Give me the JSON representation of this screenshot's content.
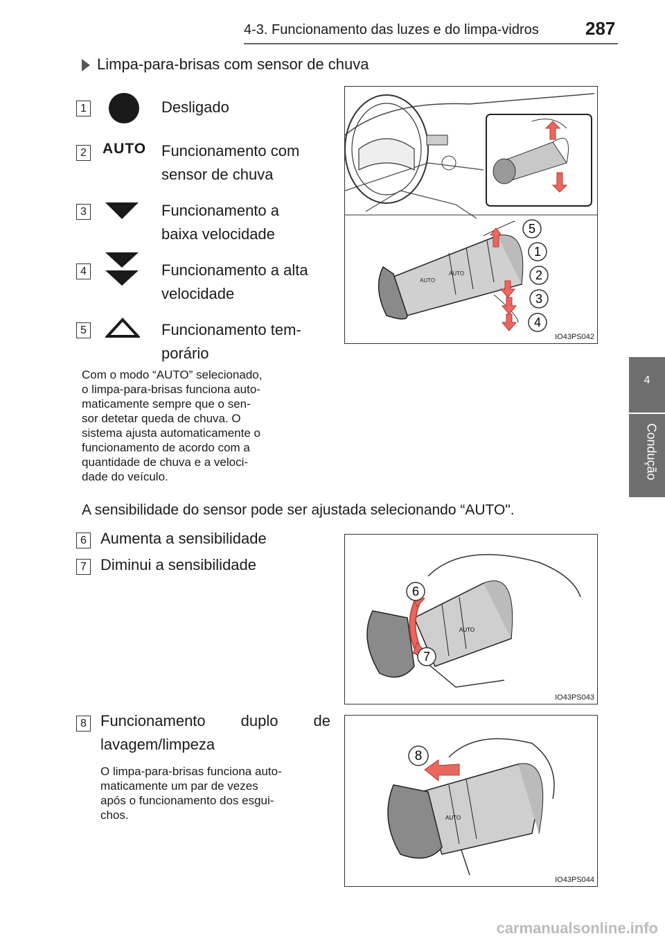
{
  "header": {
    "title": "4-3. Funcionamento das luzes e do limpa-vidros",
    "page_number": "287"
  },
  "side_tab": {
    "chapter_number": "4",
    "chapter_label": "Condução"
  },
  "section": {
    "heading": "Limpa-para-brisas com sensor de chuva"
  },
  "modes": [
    {
      "num": "1",
      "symbol": "circle-icon",
      "label": "Desligado"
    },
    {
      "num": "2",
      "symbol": "AUTO",
      "label_line1": "Funcionamento com",
      "label_line2": "sensor de chuva"
    },
    {
      "num": "3",
      "symbol": "single-down-triangle-icon",
      "label_line1": "Funcionamento a",
      "label_line2": "baixa velocidade"
    },
    {
      "num": "4",
      "symbol": "double-down-triangle-icon",
      "label_line1": "Funcionamento a alta",
      "label_line2": "velocidade"
    },
    {
      "num": "5",
      "symbol": "up-triangle-outline-icon",
      "label_line1": "Funcionamento tem-",
      "label_line2": "porário"
    }
  ],
  "auto_note": [
    "Com o modo “AUTO” selecionado,",
    "o limpa-para-brisas funciona auto-",
    "maticamente sempre que o sen-",
    "sor detetar queda de chuva. O",
    "sistema ajusta automaticamente o",
    "funcionamento de acordo com a",
    "quantidade de chuva e a veloci-",
    "dade do veículo."
  ],
  "sensitivity": {
    "intro": "A sensibilidade do sensor pode ser ajustada selecionando “AUTO\".",
    "items": [
      {
        "num": "6",
        "label": "Aumenta a sensibilidade"
      },
      {
        "num": "7",
        "label": "Diminui a sensibilidade"
      }
    ]
  },
  "wash": {
    "num": "8",
    "label_line1": "Funcionamento duplo de",
    "label_line2": "lavagem/limpeza",
    "note": [
      "O limpa-para-brisas funciona auto-",
      "maticamente um par de vezes",
      "após o funcionamento dos esgui-",
      "chos."
    ]
  },
  "figures": {
    "fig1_code": "IO43PS042",
    "fig2_code": "IO43PS043",
    "fig3_code": "IO43PS044",
    "fig1_callouts": [
      "5",
      "1",
      "2",
      "3",
      "4"
    ],
    "fig2_callouts": [
      "6",
      "7"
    ],
    "fig3_callouts": [
      "8"
    ],
    "lever_label": "AUTO"
  },
  "footer": {
    "watermark": "carmanualsonline.info"
  },
  "colors": {
    "arrow_fill": "#e8675f",
    "arrow_stroke": "#b73a33",
    "tab_gray": "#6e6e6e"
  }
}
